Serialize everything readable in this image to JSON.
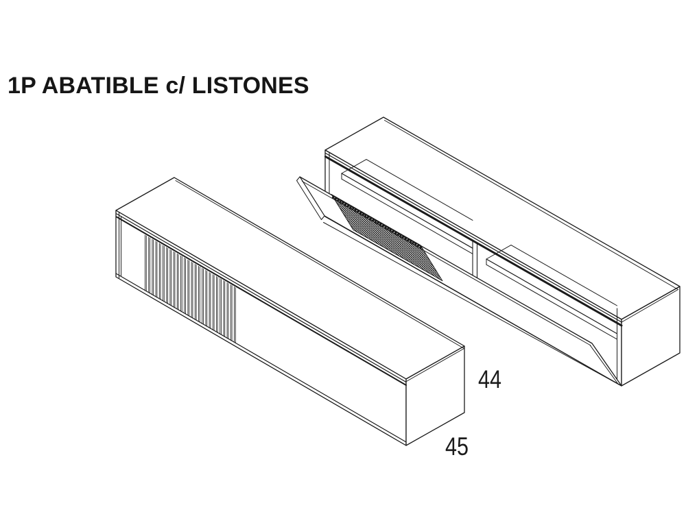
{
  "page": {
    "background": "#ffffff",
    "ink_color": "#1b1b1b",
    "hatch_color": "#141414"
  },
  "title": {
    "text": "1P ABATIBLE c/ LISTONES"
  },
  "diagram": {
    "type": "isometric-furniture-line-drawing",
    "product": "Wall-hung sideboard with one drop-down (abatible) door fronted with vertical slats (listones)",
    "views": [
      {
        "name": "closed-cabinet",
        "description": "Closed cabinet; vertical slat section on left part of the front"
      },
      {
        "name": "open-cabinet",
        "description": "Cabinet with slatted flap door dropped open, showing interior shelves and a center divider"
      }
    ],
    "dimensions": {
      "height_cm": "44",
      "depth_cm": "45"
    },
    "slat_count": 26
  }
}
